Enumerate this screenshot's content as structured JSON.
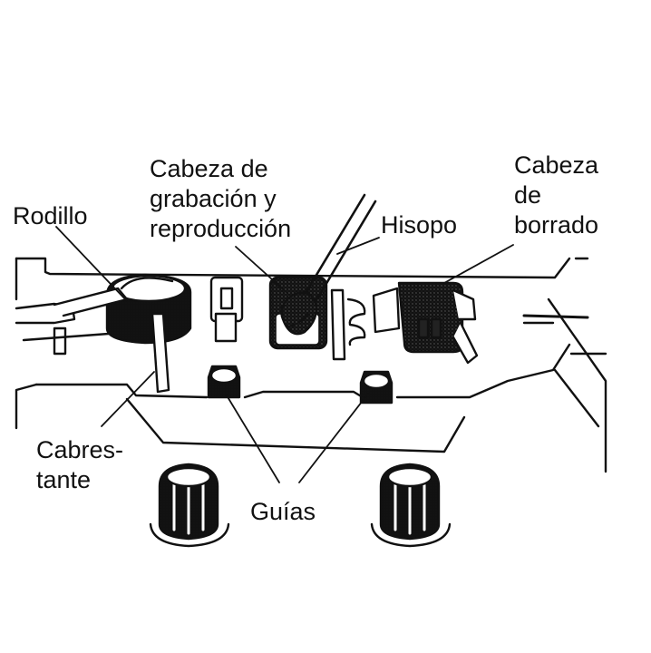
{
  "labels": {
    "rodillo": "Rodillo",
    "cabeza_grab_1": "Cabeza de",
    "cabeza_grab_2": "grabación y",
    "cabeza_grab_3": "reproducción",
    "hisopo": "Hisopo",
    "cabeza_borr_1": "Cabeza",
    "cabeza_borr_2": "de",
    "cabeza_borr_3": "borrado",
    "cabrestante_1": "Cabres-",
    "cabrestante_2": "tante",
    "guias": "Guías"
  }
}
